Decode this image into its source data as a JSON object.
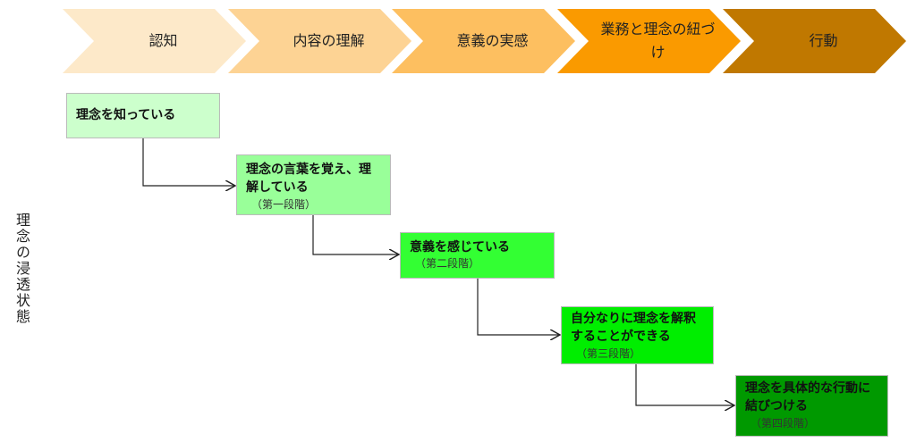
{
  "stages": [
    {
      "label": "認知",
      "color": "#fde9c9"
    },
    {
      "label": "内容の理解",
      "color": "#fdd394"
    },
    {
      "label": "意義の実感",
      "color": "#fdbf60"
    },
    {
      "label": "業務と理念の紐づけ",
      "color": "#fa9a00"
    },
    {
      "label": "行動",
      "color": "#c07800"
    }
  ],
  "axis_label": "理念の浸透状態",
  "steps": [
    {
      "text": "理念を知っている",
      "sub": null,
      "color": "#ccffcc"
    },
    {
      "text": "理念の言葉を覚え、理解している",
      "sub": "（第一段階）",
      "color": "#99ff99"
    },
    {
      "text": "意義を感じている",
      "sub": "（第二段階）",
      "color": "#33ff33"
    },
    {
      "text": "自分なりに理念を解釈することができる",
      "sub": "（第三段階）",
      "color": "#00ee00"
    },
    {
      "text": "理念を具体的な行動に結びつける",
      "sub": "（第四段階）",
      "color": "#009900"
    }
  ]
}
